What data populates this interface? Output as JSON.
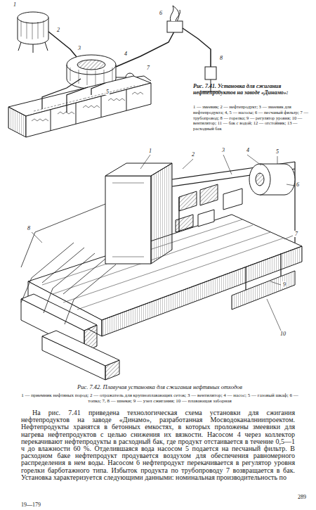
{
  "diagram": {
    "labels": [
      "1",
      "2",
      "3",
      "4",
      "5",
      "6",
      "7",
      "8",
      "Рис. 7.41. Установка для сжигания нефтепродуктов на заводе «Динамо»:",
      "1 — змеевик; 2 — нефтепродукт; 3 — змеевик для нефтепродукта; 4, 5 — насосы; 6 — песчаный фильтр; 7 — трубопровод; 8 — горелка; 9 — регулятор уровня; 10 — вентилятор; 11 — бак с водой; 12 — отстойник; 13 — расходный бак",
      "1",
      "2",
      "3",
      "4",
      "5",
      "6",
      "7",
      "8",
      "9",
      "10",
      "Рис. 7.42. Плавучая установка для сжигания нефтяных отходов",
      "1 — приемник нефтяных пород; 2 — отражатель для крупноплавающих сеток; 3 — вентилятор; 4 — насос; 5 — газовый шкаф; 6 — топка; 7, 8 — шнеки; 9 — узел сжигания; 10 — плавающая заборная",
      "На рис. 7.41 приведена технологическая схема установки для сжигания нефтепродуктов на заводе «Динамо», разработанная Мосводоканалниипроектом. Нефтепродукты хранятся в бетонных емкостях, в которых проложены змеевики для нагрева нефтепродуктов с целью снижения их вязкости. Насосом 4 через коллектор перекачивают нефтепродукты в расходный бак, где продукт отстаивается в течение 0,5—1 ч до влажности 60 %. Отделившаяся вода насосом 5 подается на песчаный фильтр. В расходном баке нефтепродукт продувается воздухом для обеспечения равномерного распределения в нем воды. Насосом 6 нефтепродукт перекачивается в регулятор уровня горелки барботажного типа. Избыток продукта по трубопроводу 7 возвращается в бак. Установка характеризуется следующими данными: номинальная производительность по",
      "19—179",
      "289"
    ]
  }
}
